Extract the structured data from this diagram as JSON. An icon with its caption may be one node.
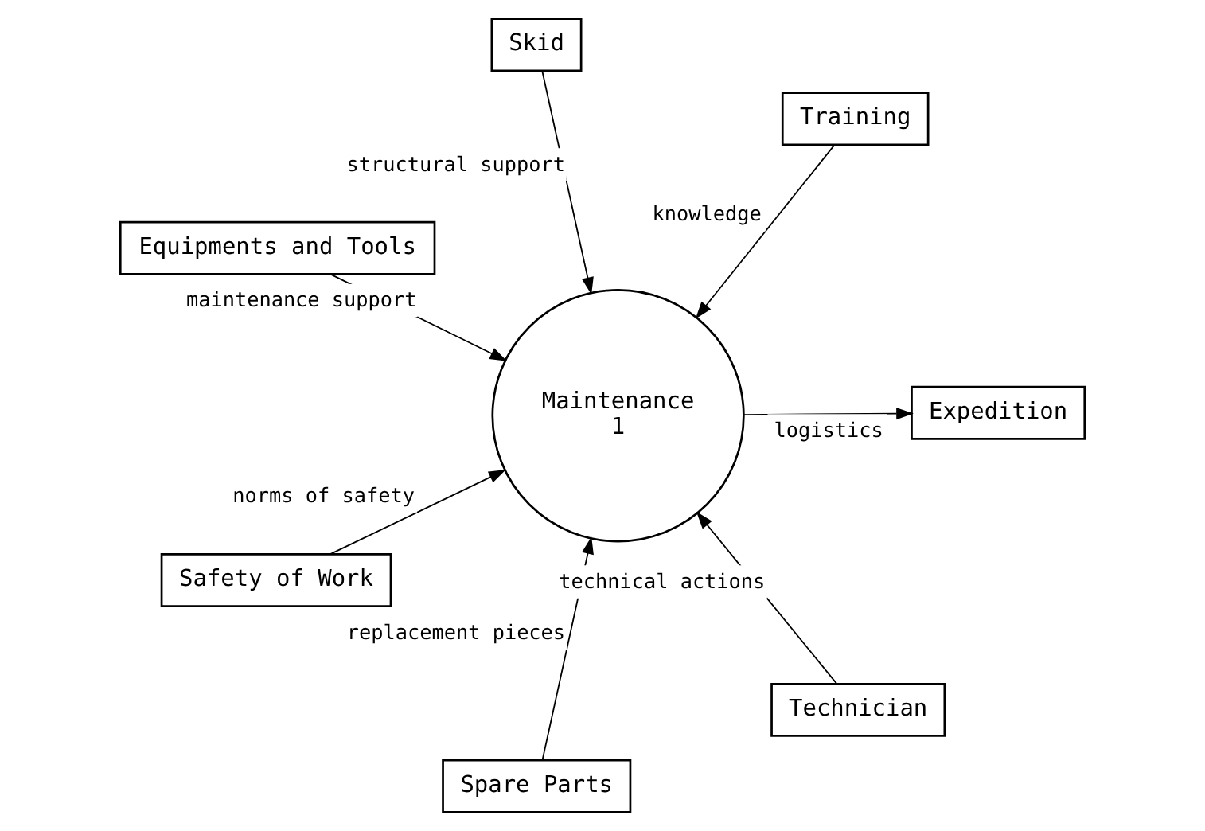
{
  "diagram": {
    "nodes": [
      {
        "text": [
          "Maintenance",
          "1"
        ]
      },
      {
        "text": [
          "Expedition"
        ]
      },
      {
        "text": [
          "Spare Parts"
        ]
      },
      {
        "text": [
          "Equipments and Tools"
        ]
      },
      {
        "text": [
          "Training"
        ]
      },
      {
        "text": [
          "Skid"
        ]
      },
      {
        "text": [
          "Safety of Work"
        ]
      },
      {
        "text": [
          "Technician"
        ]
      }
    ],
    "edges": [
      {
        "from": 0,
        "to": 1,
        "arrow": "to",
        "label": "logistics"
      },
      {
        "from": 2,
        "to": 0,
        "arrow": "to",
        "label": "replacement pieces"
      },
      {
        "from": 3,
        "to": 0,
        "arrow": "to",
        "label": "maintenance support"
      },
      {
        "from": 4,
        "to": 0,
        "arrow": "to",
        "label": "knowledge"
      },
      {
        "from": 5,
        "to": 0,
        "arrow": "to",
        "label": "structural support"
      },
      {
        "from": 6,
        "to": 0,
        "arrow": "to",
        "label": "norms of safety"
      },
      {
        "from": 7,
        "to": 0,
        "arrow": "to",
        "label": "technical actions"
      }
    ]
  }
}
